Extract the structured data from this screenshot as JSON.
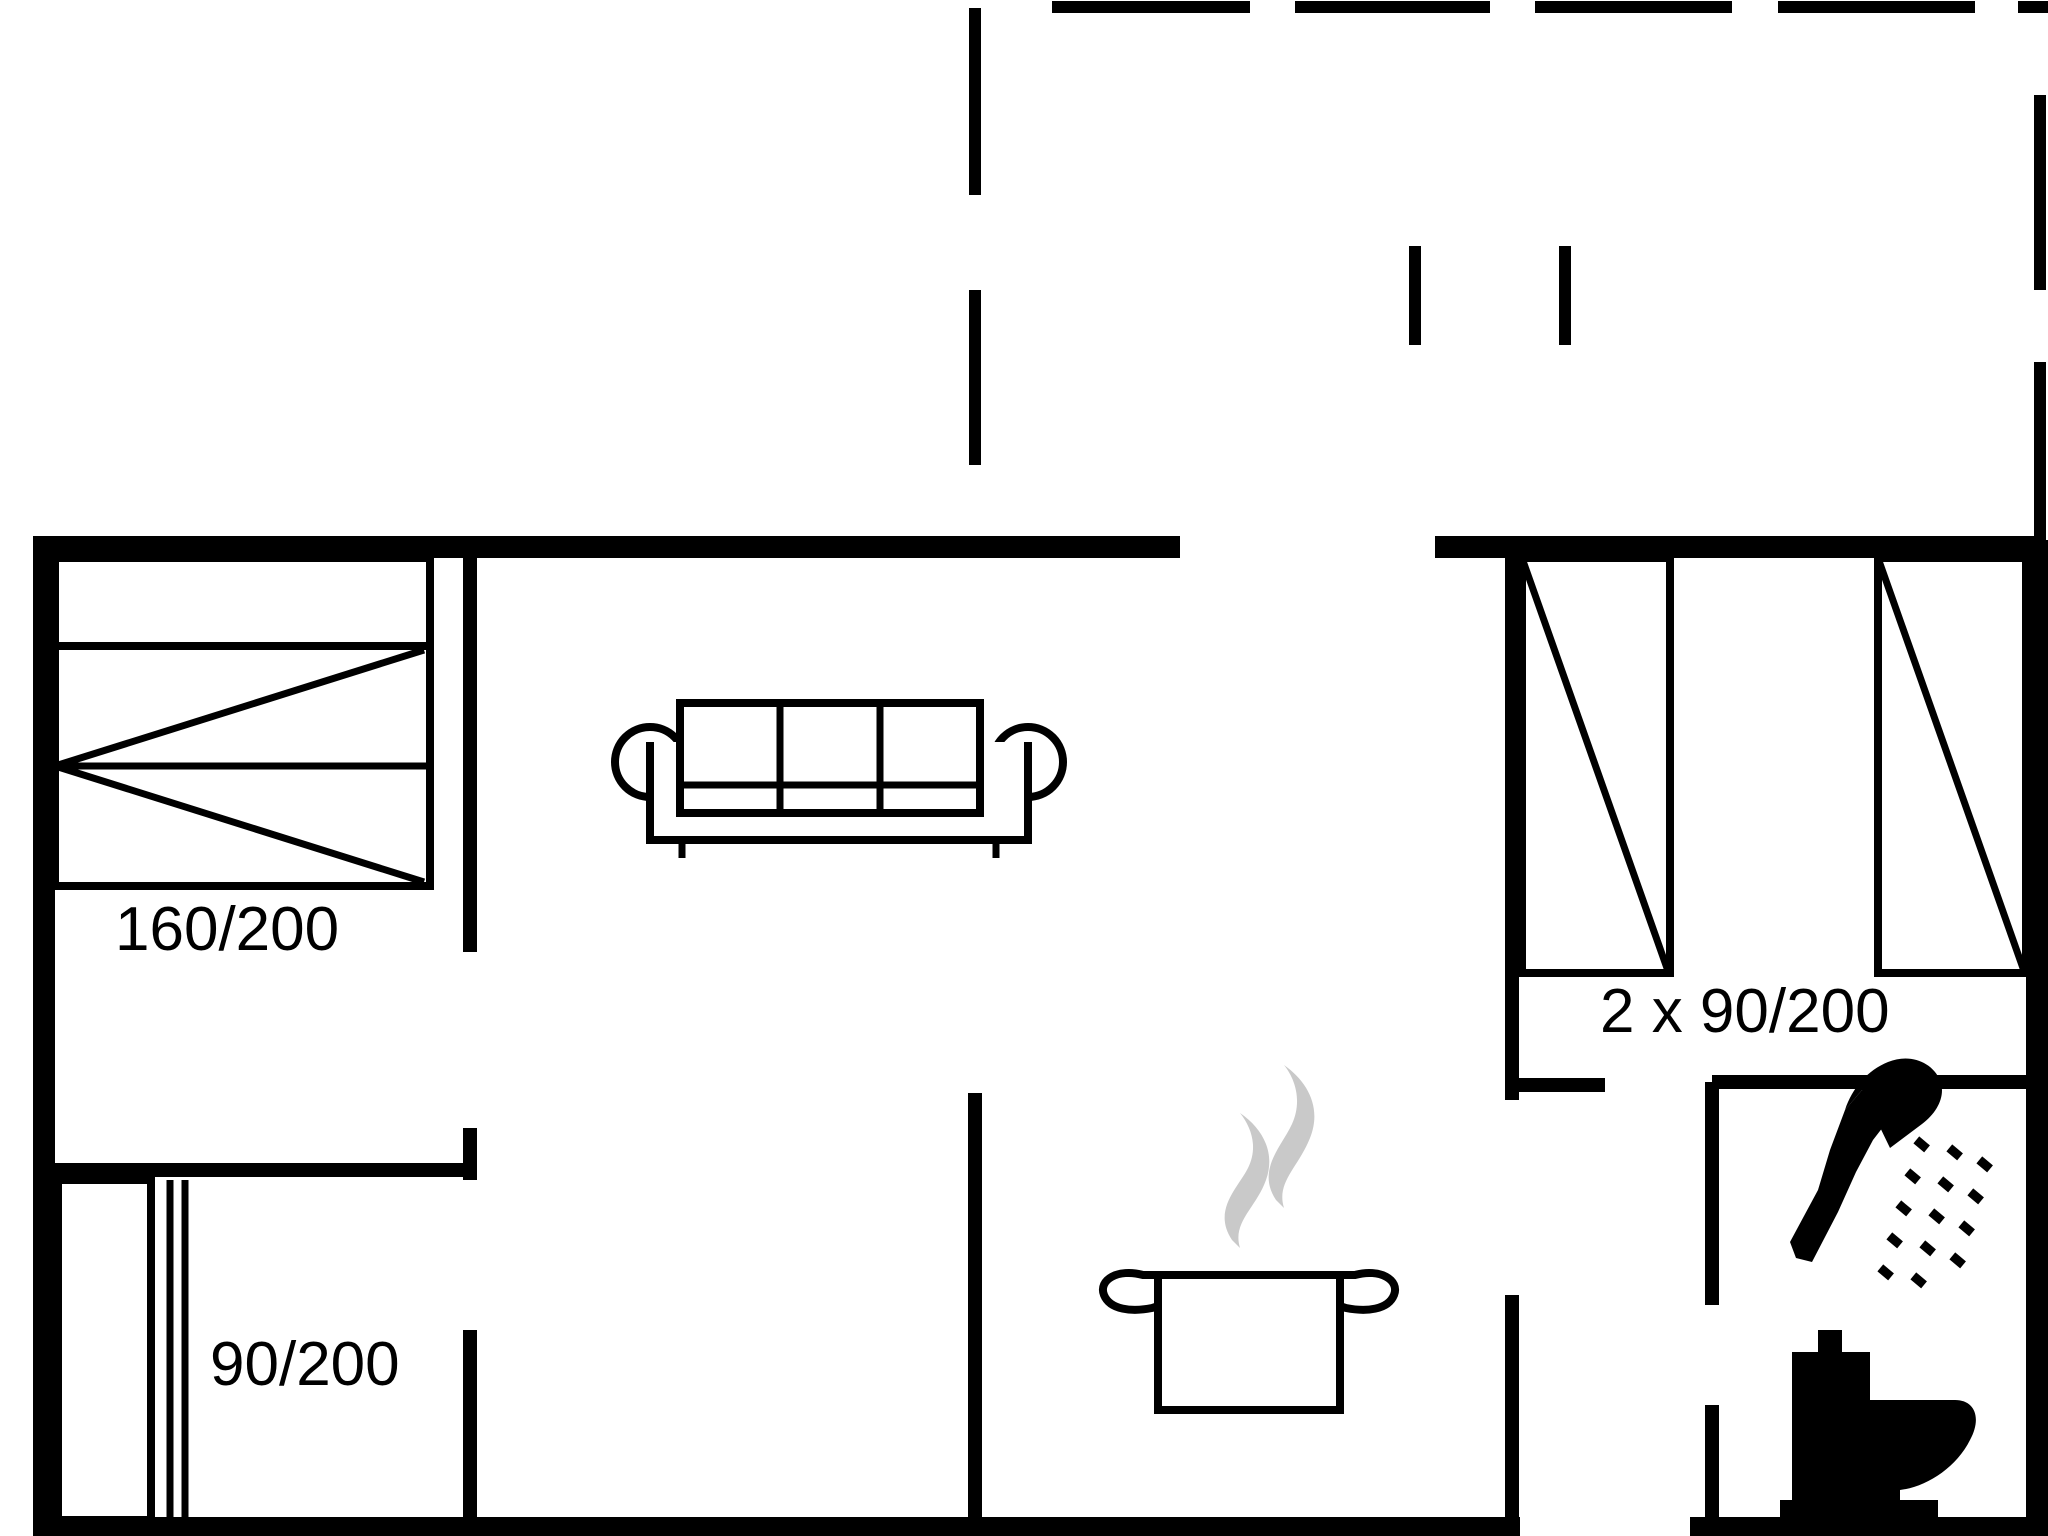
{
  "plan": {
    "title": "Holiday house floor plan",
    "background_color": "#ffffff",
    "line_color": "#000000",
    "steam_color": "#c9c9c9"
  },
  "labels": {
    "master_bed": "160/200",
    "single_bed": "90/200",
    "twin_beds": "2 x 90/200"
  },
  "rooms": [
    {
      "name": "bedroom-master",
      "furniture": "double-bed",
      "bed_size": "160/200"
    },
    {
      "name": "bedroom-single",
      "furniture": "single-bed",
      "bed_size": "90/200"
    },
    {
      "name": "living-room",
      "furniture": "sofa"
    },
    {
      "name": "kitchen",
      "furniture": "cooking-pot"
    },
    {
      "name": "bedroom-twin",
      "furniture": "two-single-beds",
      "bed_size": "2 x 90/200"
    },
    {
      "name": "bathroom",
      "furniture": "shower-and-toilet"
    }
  ],
  "icons": {
    "sofa": "sofa-icon",
    "pot": "cooking-pot-icon",
    "steam": "steam-icon",
    "shower": "shower-icon",
    "toilet": "toilet-icon",
    "double_bed": "double-bed-icon",
    "single_bed": "single-bed-icon",
    "twin_bed_left": "twin-bed-left-icon",
    "twin_bed_right": "twin-bed-right-icon"
  }
}
